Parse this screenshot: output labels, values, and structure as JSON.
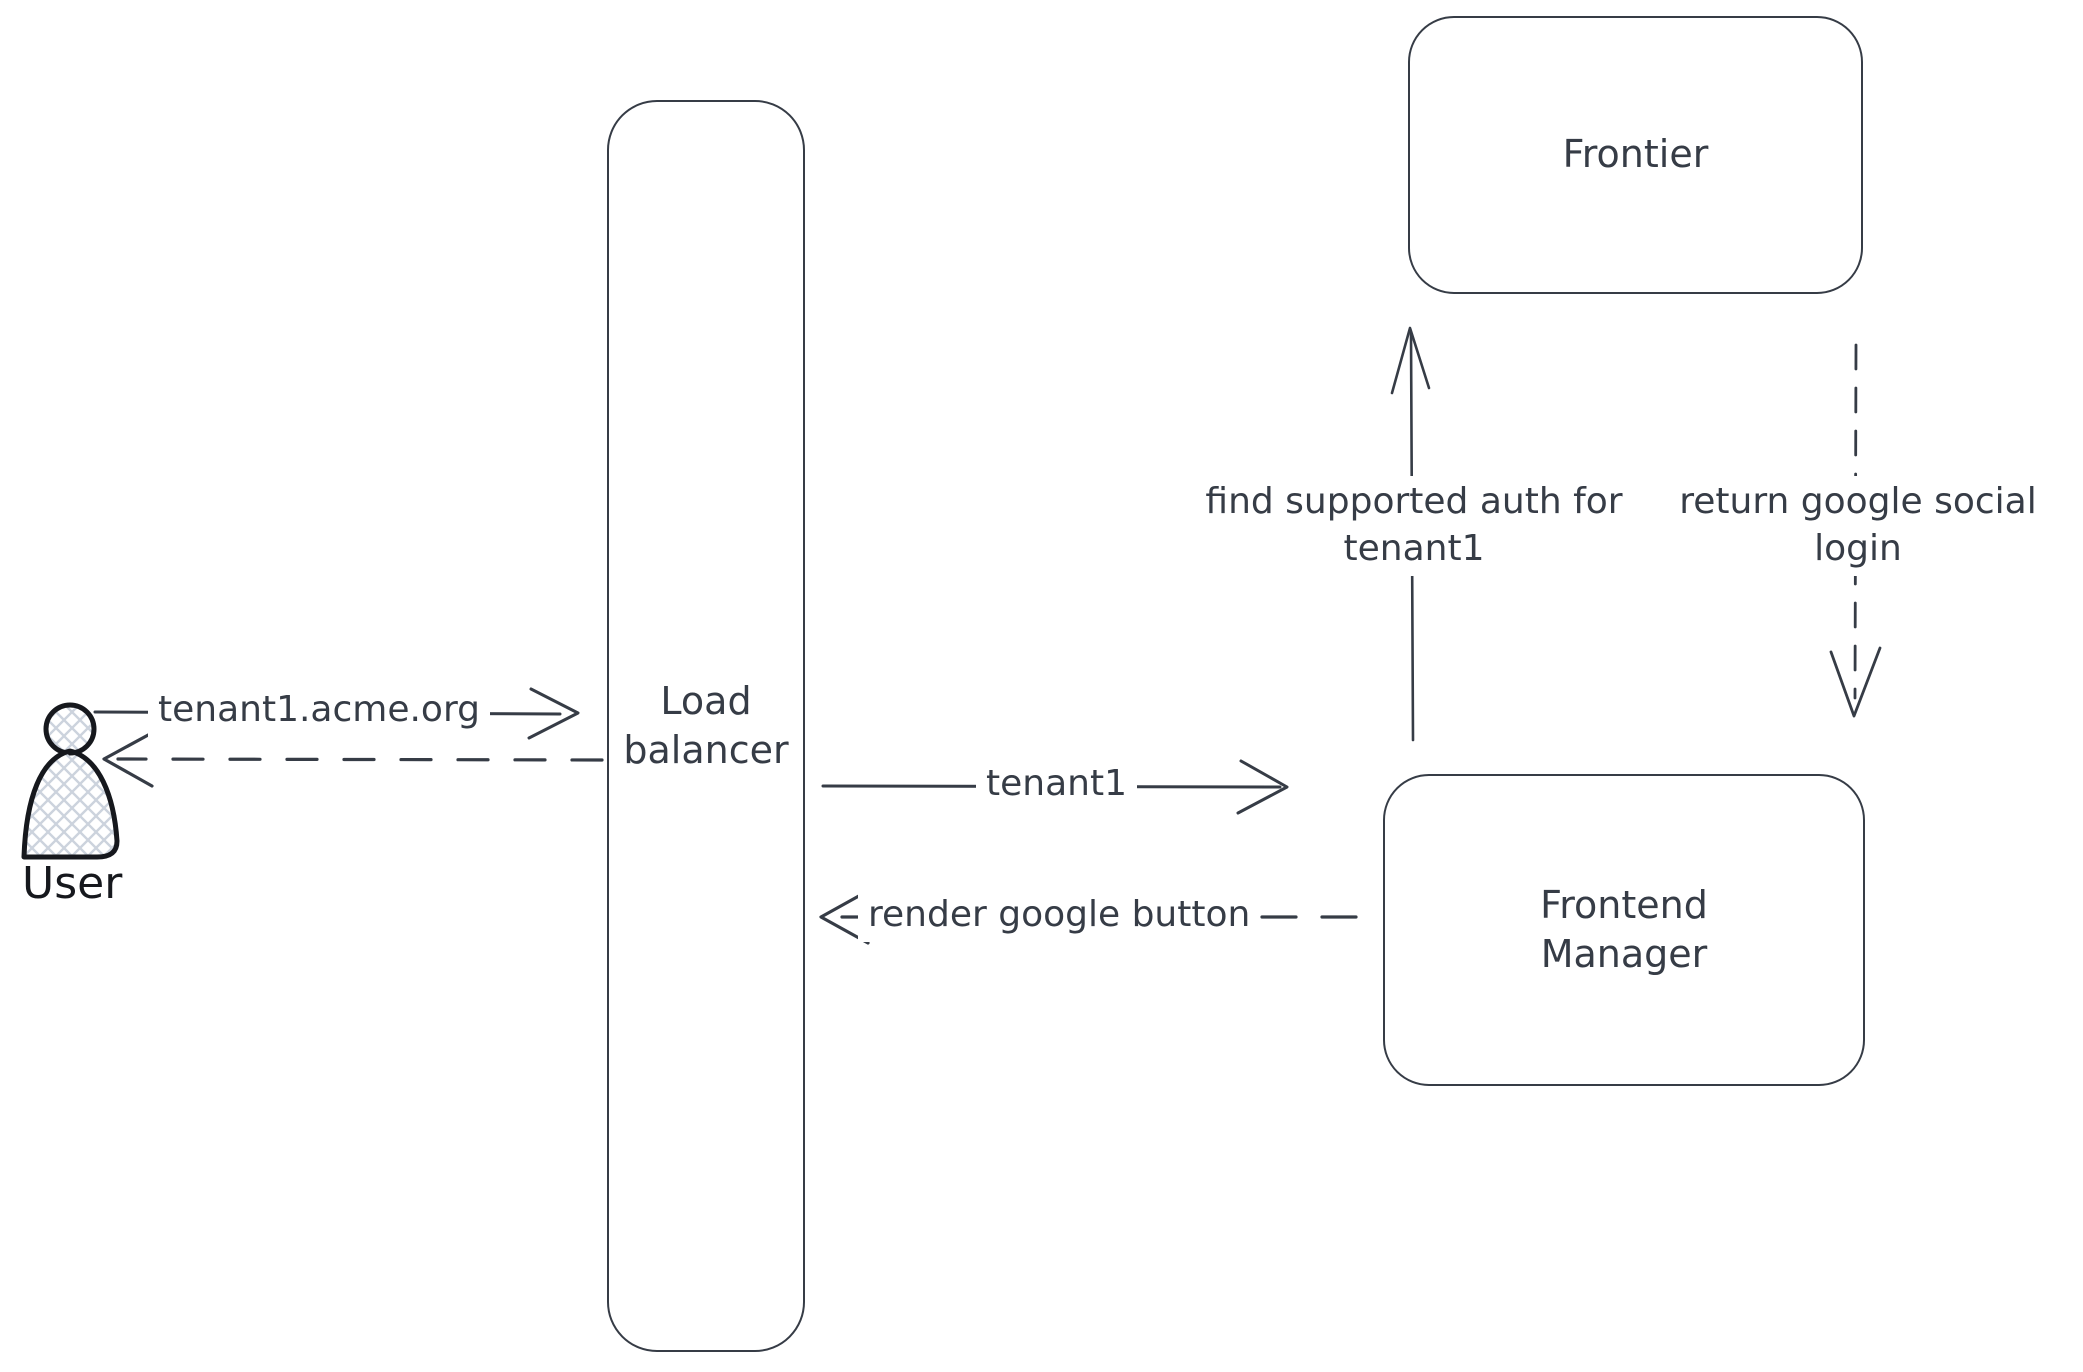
{
  "nodes": {
    "user": {
      "label": "User",
      "shape": "person-figure"
    },
    "load_balancer": {
      "label": "Load balancer",
      "shape": "rounded-rectangle"
    },
    "frontier": {
      "label": "Frontier",
      "shape": "rounded-rectangle"
    },
    "frontend_manager": {
      "label": "Frontend Manager",
      "shape": "rounded-rectangle"
    }
  },
  "edges": {
    "user_to_lb": {
      "label": "tenant1.acme.org",
      "style": "solid",
      "direction": "right",
      "from": "user",
      "to": "load_balancer"
    },
    "lb_to_user": {
      "label": "",
      "style": "dashed",
      "direction": "left",
      "from": "load_balancer",
      "to": "user"
    },
    "lb_to_fm": {
      "label": "tenant1",
      "style": "solid",
      "direction": "right",
      "from": "load_balancer",
      "to": "frontend_manager"
    },
    "fm_to_lb": {
      "label": "render google button",
      "style": "dashed",
      "direction": "left",
      "from": "frontend_manager",
      "to": "load_balancer"
    },
    "fm_to_frontier": {
      "label": "find supported auth for tenant1",
      "style": "solid",
      "direction": "up",
      "from": "frontend_manager",
      "to": "frontier"
    },
    "frontier_to_fm": {
      "label": "return google social login",
      "style": "dashed",
      "direction": "down",
      "from": "frontier",
      "to": "frontend_manager"
    }
  },
  "colors": {
    "stroke": "#363c46",
    "text": "#363c46",
    "user_stroke": "#16181d",
    "hatch_fill": "#ccd3dd",
    "background": "#ffffff"
  }
}
